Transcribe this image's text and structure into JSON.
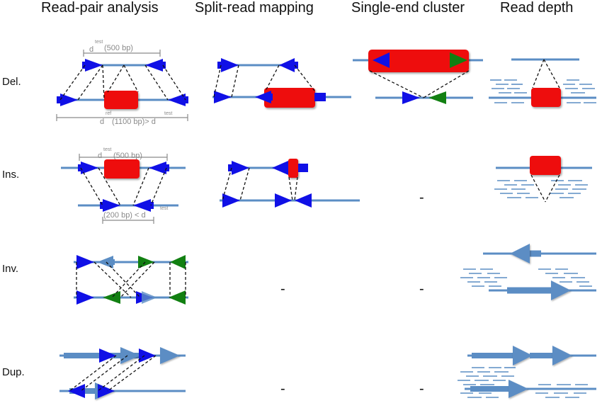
{
  "columns": [
    "Read-pair analysis",
    "Split-read mapping",
    "Single-end cluster",
    "Read depth"
  ],
  "rows": [
    "Del.",
    "Ins.",
    "Inv.",
    "Dup."
  ],
  "missing_marker": "-",
  "annotations": {
    "del_test_d": "d",
    "del_test_sup": "test",
    "del_test_val": "(500 bp)",
    "del_ref_d": "d",
    "del_ref_sup": "ref",
    "del_ref_val": "(1100 bp)> d",
    "del_ref_sup2": "test",
    "ins_test_d": "d",
    "ins_test_sup": "test",
    "ins_test_val": "(500 bp)",
    "ins_ref_val": "(200 bp) < d",
    "ins_ref_sup": "test"
  },
  "colors": {
    "line": "#5b8dc4",
    "read": "#1010e6",
    "read_green": "#128012",
    "insert": "#ee1111",
    "dup_arrow": "#5b8dc4",
    "dim": "#8a8a8a"
  }
}
